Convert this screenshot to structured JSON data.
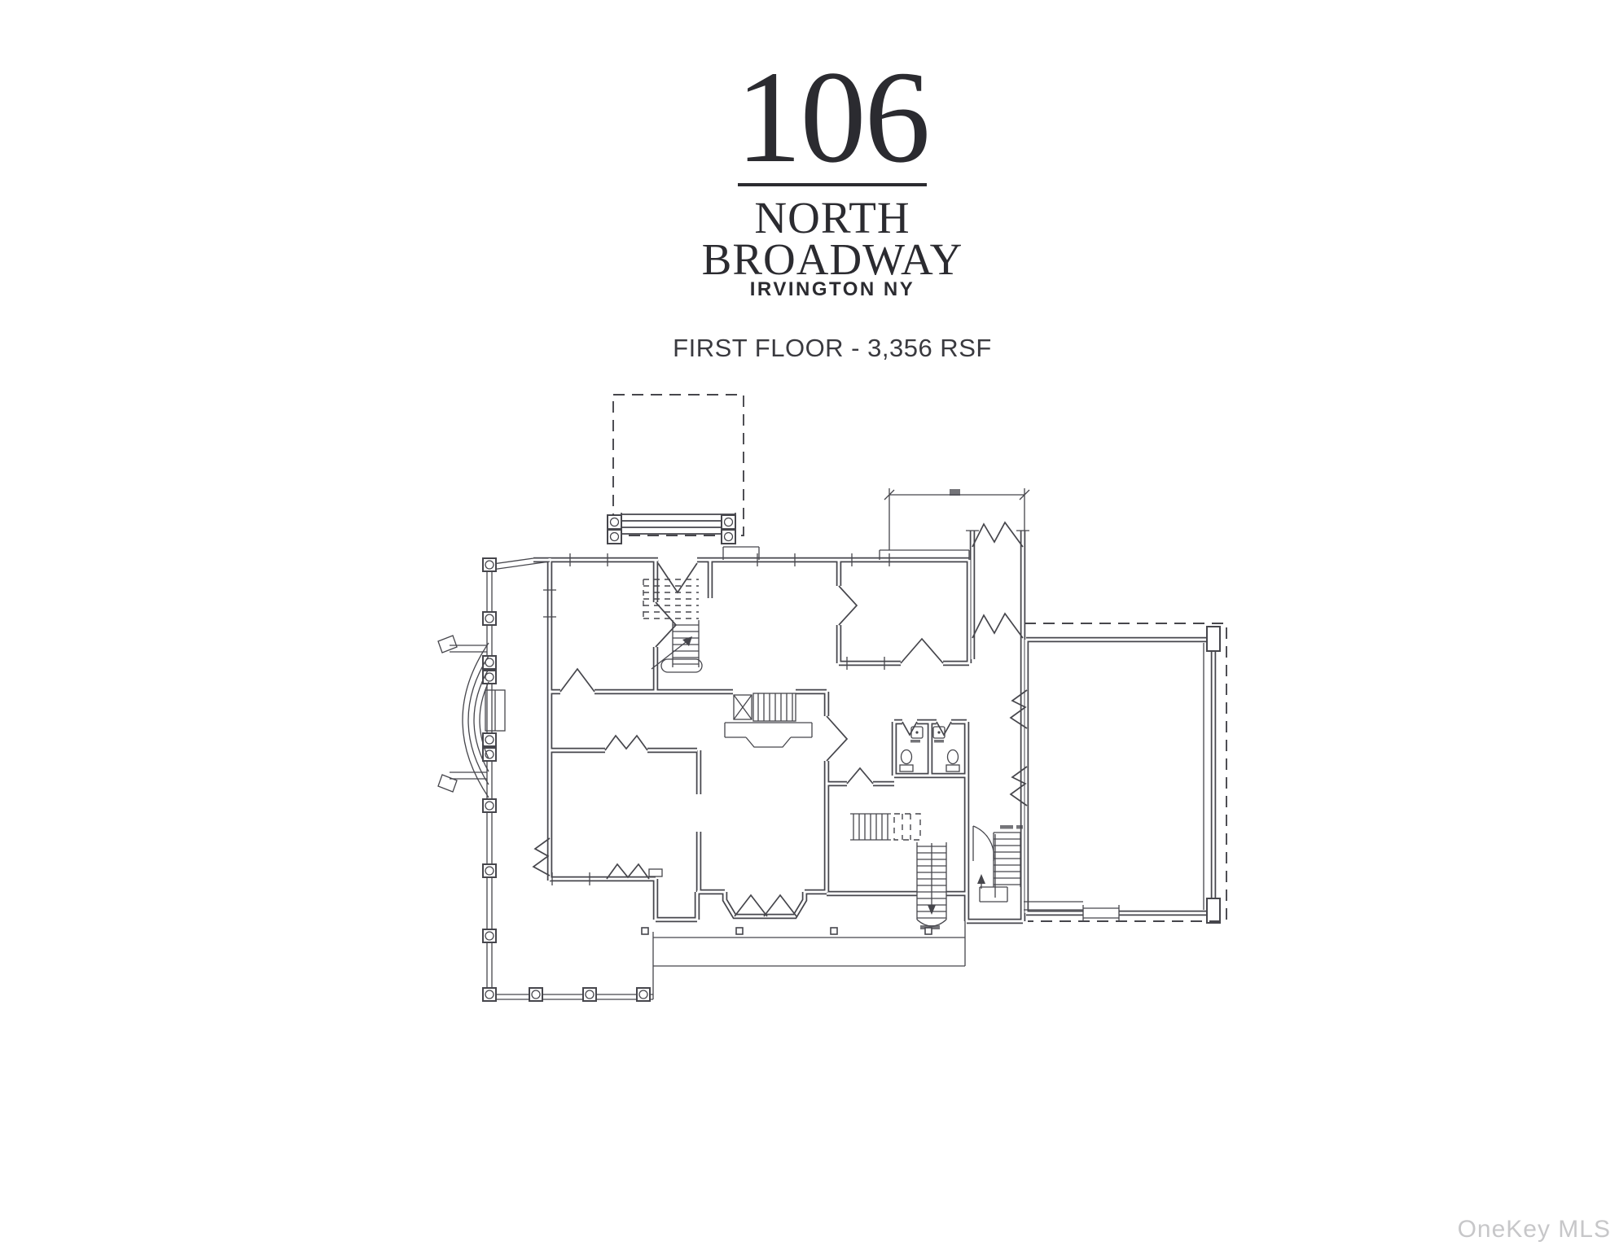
{
  "theme": {
    "paper": "#ffffff",
    "ink": "#46464c",
    "title-ink": "#2b2b30",
    "label-ink": "#3a3a3f",
    "watermark-ink": "#c7c7c9"
  },
  "header": {
    "address_number": "106",
    "address_line1": "NORTH",
    "address_line2": "BROADWAY",
    "address_city": "IRVINGTON NY",
    "plan_label": "FIRST FLOOR - 3,356 RSF"
  },
  "watermark": {
    "text": "OneKey MLS"
  }
}
